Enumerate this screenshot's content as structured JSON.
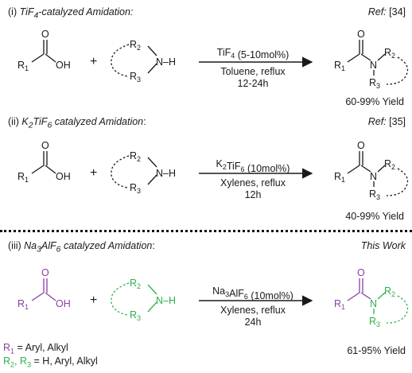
{
  "colors": {
    "black": "#1a1a1a",
    "acid": "#8a3fa3",
    "amine": "#2bb24a"
  },
  "sections": [
    {
      "header_num": "(i) ",
      "header_cat_html": "TiF<sub>4</sub>",
      "header_rest": "-catalyzed Amidation:",
      "ref_label": "Ref:",
      "ref_value": " [34]",
      "arrow_top_html": "TiF<sub>4</sub> (5-10mol%)",
      "arrow_bottom_1": "Toluene, reflux",
      "arrow_bottom_2": "12-24h",
      "yield": "60-99% Yield"
    },
    {
      "header_num": "(ii) ",
      "header_cat_html": "K<sub>2</sub>TiF<sub>6</sub>",
      "header_rest": " catalyzed Amidation",
      "header_colon": ":",
      "ref_label": "Ref:",
      "ref_value": " [35]",
      "arrow_top_html": "K<sub>2</sub>TiF<sub>6</sub> (10mol%)",
      "arrow_bottom_1": "Xylenes, reflux",
      "arrow_bottom_2": "12h",
      "yield": "40-99% Yield"
    },
    {
      "header_num": "(iii) ",
      "header_cat_html": "Na<sub>3</sub>AlF<sub>6</sub>",
      "header_rest": " catalyzed Amidation",
      "header_colon": ":",
      "ref_label": "This Work",
      "arrow_top_html": "Na<sub>3</sub>AlF<sub>6</sub> (10mol%)",
      "arrow_bottom_1": "Xylenes, reflux",
      "arrow_bottom_2": "24h",
      "yield": "61-95% Yield"
    }
  ],
  "atoms": {
    "O": "O",
    "OH": "OH",
    "NH": "N–H",
    "N": "N",
    "plus": "+",
    "R1": "R",
    "R2": "R",
    "R3": "R",
    "sub1": "1",
    "sub2": "2",
    "sub3": "3"
  },
  "legend": {
    "line1_r1": "R",
    "line1_sub": "1",
    "line1_rest": " = Aryl, Alkyl",
    "line2_r2": "R",
    "line2_sub2": "2",
    "line2_comma": ", R",
    "line2_sub3": "3",
    "line2_rest": " = H, Aryl, Alkyl"
  }
}
